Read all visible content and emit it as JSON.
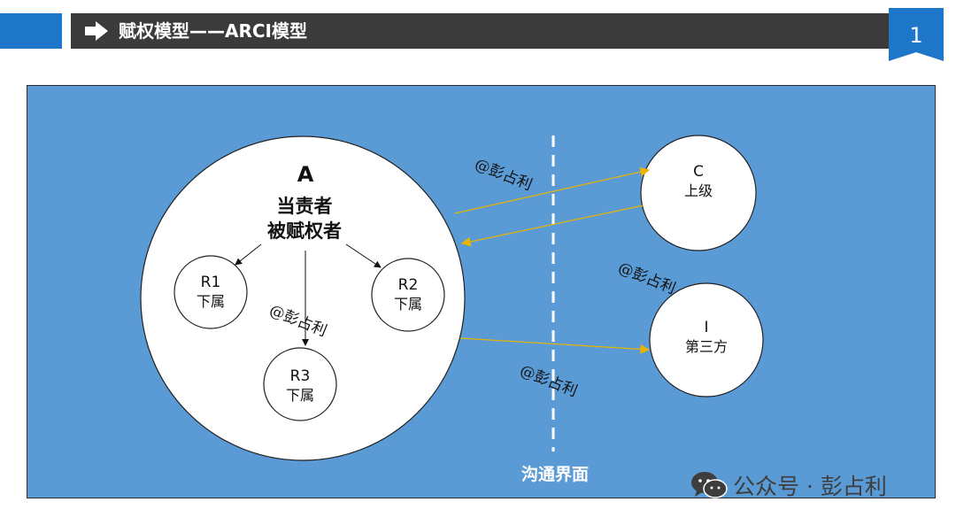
{
  "header": {
    "title": "赋权模型——ARCI模型",
    "page_number": "1"
  },
  "diagram": {
    "accountable": {
      "code": "A",
      "line1": "当责者",
      "line2": "被赋权者"
    },
    "responsible": [
      {
        "code": "R1",
        "role": "下属"
      },
      {
        "code": "R2",
        "role": "下属"
      },
      {
        "code": "R3",
        "role": "下属"
      }
    ],
    "consulted": {
      "code": "C",
      "role": "上级"
    },
    "informed": {
      "code": "I",
      "role": "第三方"
    },
    "interface_label": "沟通界面",
    "watermark_text": "@彭占利",
    "colors": {
      "panel": "#5b9bd5",
      "arrow_yellow": "#e8b400",
      "header_bar": "#3b3b3b",
      "accent_blue": "#1e76c9"
    }
  },
  "footer": {
    "brand": "公众号 · 彭占利"
  }
}
